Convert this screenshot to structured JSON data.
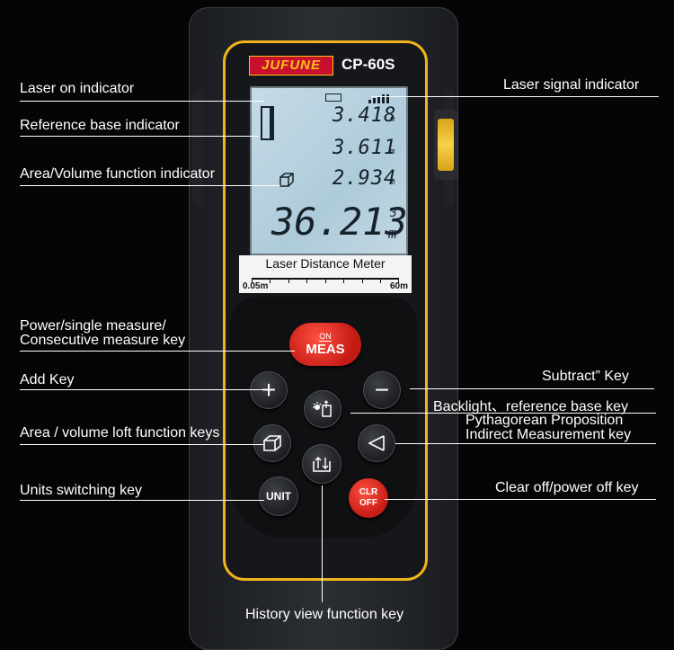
{
  "device": {
    "brand": "JUFUNE",
    "model": "CP-60S",
    "panel_title": "Laser Distance Meter",
    "ruler_start": "0.05m",
    "ruler_end": "60m"
  },
  "display": {
    "line1": "3.418",
    "line2": "3.611",
    "line3": "2.934",
    "main": "36.213",
    "unit": "m",
    "main_unit_top": "3",
    "main_unit_bottom": "m"
  },
  "buttons": {
    "meas_top": "ON",
    "meas_bottom": "MEAS",
    "plus": "+",
    "minus": "−",
    "unit": "UNIT",
    "clr_top": "CLR",
    "clr_bottom": "OFF"
  },
  "labels": {
    "laser_on": "Laser on indicator",
    "laser_signal": "Laser signal indicator",
    "reference_base": "Reference base  indicator",
    "area_volume": "Area/Volume function indicator",
    "power_line1": "Power/single measure/",
    "power_line2": "Consecutive measure key",
    "add": "Add Key",
    "subtract": "Subtract” Key",
    "backlight": "Backlight、reference base key",
    "pythagorean_line1": "Pythagorean Proposition",
    "pythagorean_line2": "Indirect Measurement key",
    "area_loft": "Area / volume loft function keys",
    "units": "Units switching key",
    "clear_off": "Clear off/power off key",
    "history": "History view function key"
  }
}
